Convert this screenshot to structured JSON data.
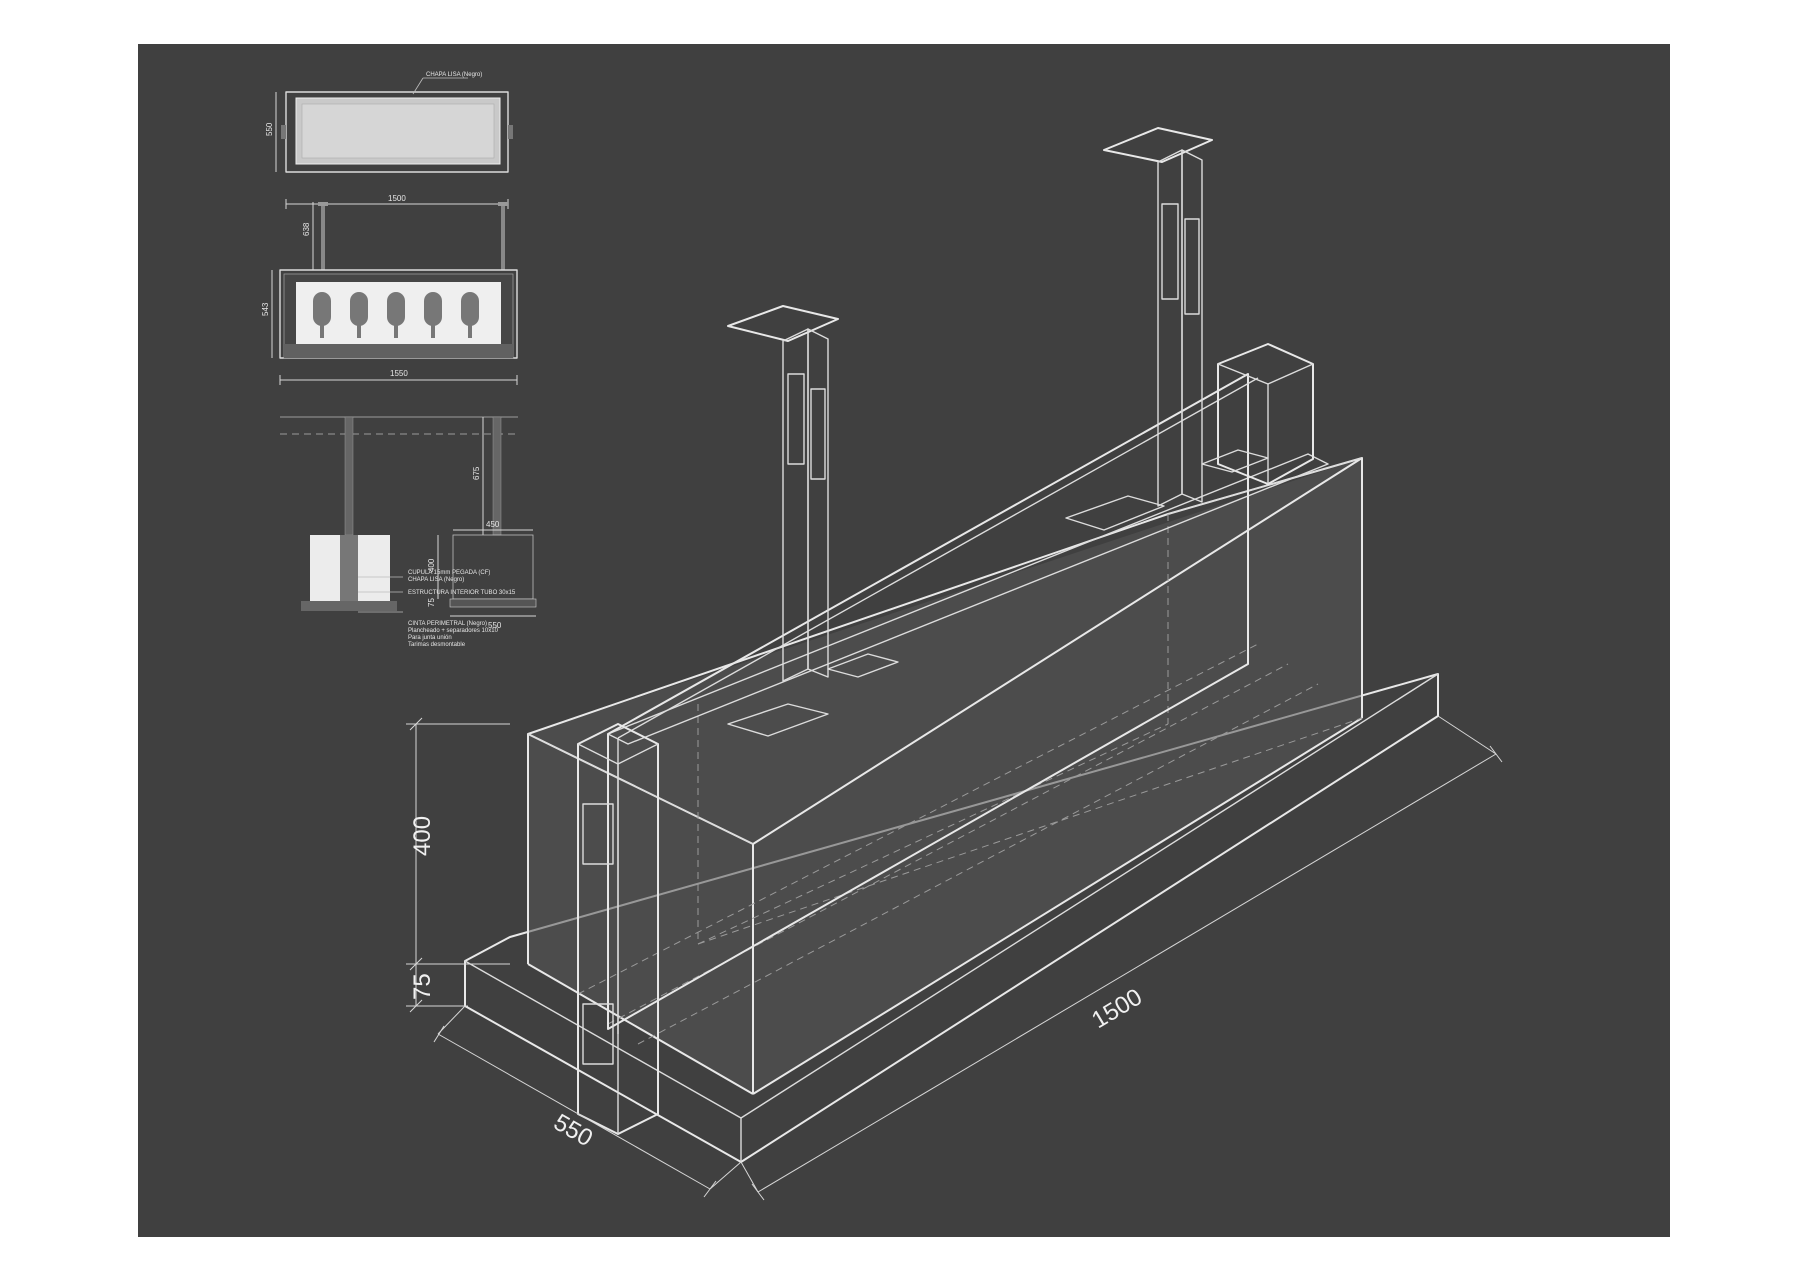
{
  "details": {
    "top_view": {
      "note": "CHAPA LISA (Negro)",
      "width": "1500",
      "depth": "550"
    },
    "front_view": {
      "rod_height": "638",
      "height": "543",
      "width": "1550"
    },
    "side_view": {
      "rod_height": "675",
      "top_width": "450",
      "height": "400",
      "base": "75",
      "bottom_width": "550",
      "notes": [
        "CUPULA 15mm PEGADA (CF)",
        "CHAPA LISA (Negro)",
        "ESTRUCTURA INTERIOR TUBO 30x15",
        "CINTA PERIMETRAL (Negro)",
        "Plancheado + separadores 10x10",
        "Para junta unión",
        "Tarimas desmontable"
      ]
    }
  },
  "main_dims": {
    "height": "400",
    "base": "75",
    "depth": "550",
    "length": "1500"
  }
}
